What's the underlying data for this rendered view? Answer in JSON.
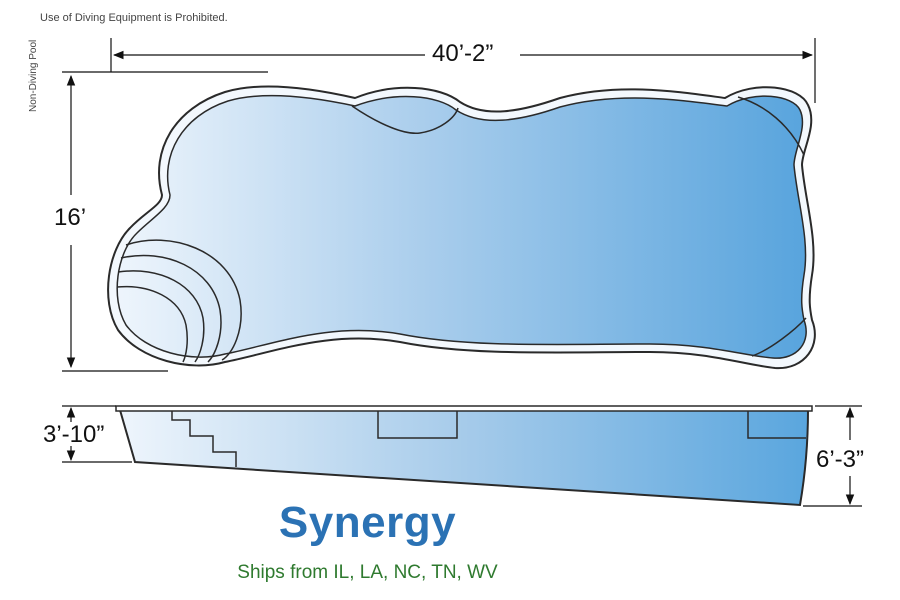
{
  "notes": {
    "diving_warning": "Use of Diving Equipment is Prohibited.",
    "pool_type": "Non-Diving Pool"
  },
  "dimensions": {
    "length": "40’-2”",
    "width": "16’",
    "shallow_depth": "3’-10”",
    "deep_depth": "6’-3”"
  },
  "model": {
    "name": "Synergy",
    "shipping": "Ships from IL, LA, NC, TN, WV"
  },
  "colors": {
    "water_light": "#e8f1fb",
    "water_dark": "#5aa6de",
    "outline": "#2a2a2a",
    "title": "#2b72b4",
    "subtitle": "#2f7a2f"
  }
}
